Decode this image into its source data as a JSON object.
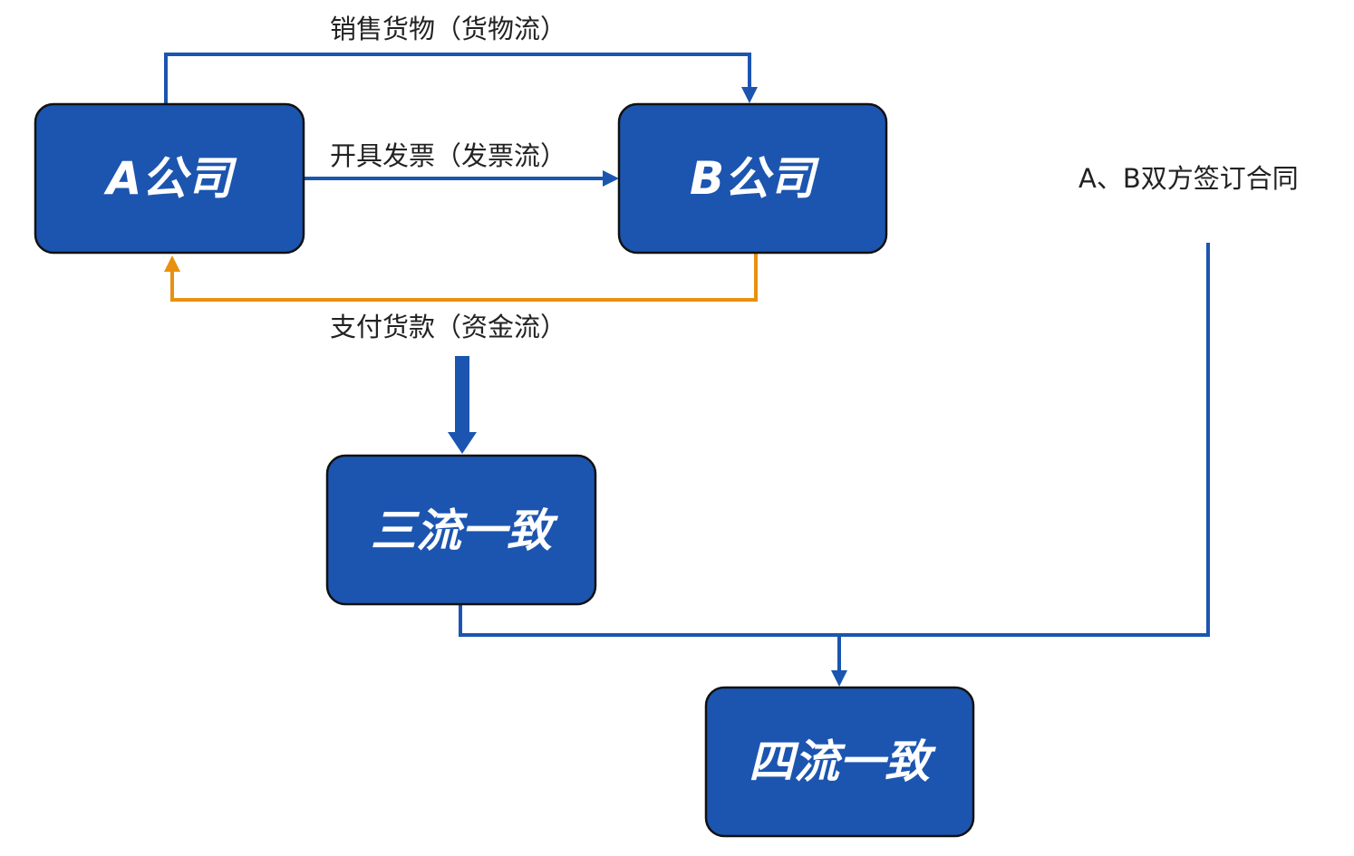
{
  "nodes": {
    "company_a": "A公司",
    "company_b": "B公司",
    "three_flows": "三流一致",
    "four_flows": "四流一致"
  },
  "edges": {
    "goods": "销售货物（货物流）",
    "invoice": "开具发票（发票流）",
    "payment": "支付货款（资金流）",
    "contract": "A、B双方签订合同"
  },
  "colors": {
    "node_fill": "#1c55b0",
    "node_border": "#111111",
    "line_blue": "#1c55b0",
    "line_orange": "#e8900f",
    "label_text": "#222222"
  }
}
